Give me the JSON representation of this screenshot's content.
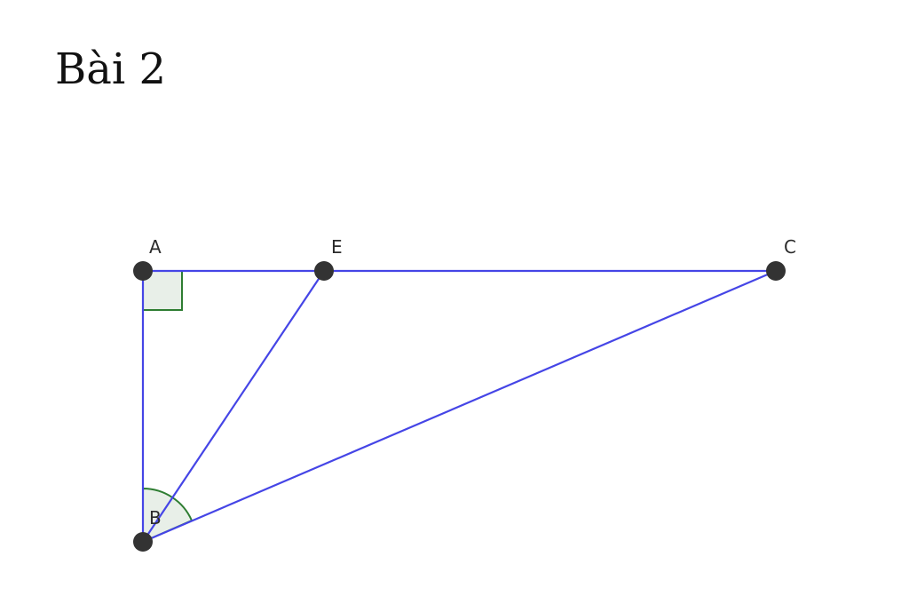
{
  "title": "Bài 2",
  "figure": {
    "line_color": "#4545e6",
    "angle_mark_color": "#2e7d32",
    "angle_fill_color": "#e8efe8",
    "point_color": "#333333",
    "points": {
      "A": {
        "label": "A"
      },
      "E": {
        "label": "E"
      },
      "C": {
        "label": "C"
      },
      "B": {
        "label": "B"
      }
    },
    "segments": [
      "AE",
      "EC",
      "AB",
      "BE",
      "BC"
    ],
    "right_angle_at": "A",
    "angle_mark_at": "B"
  }
}
